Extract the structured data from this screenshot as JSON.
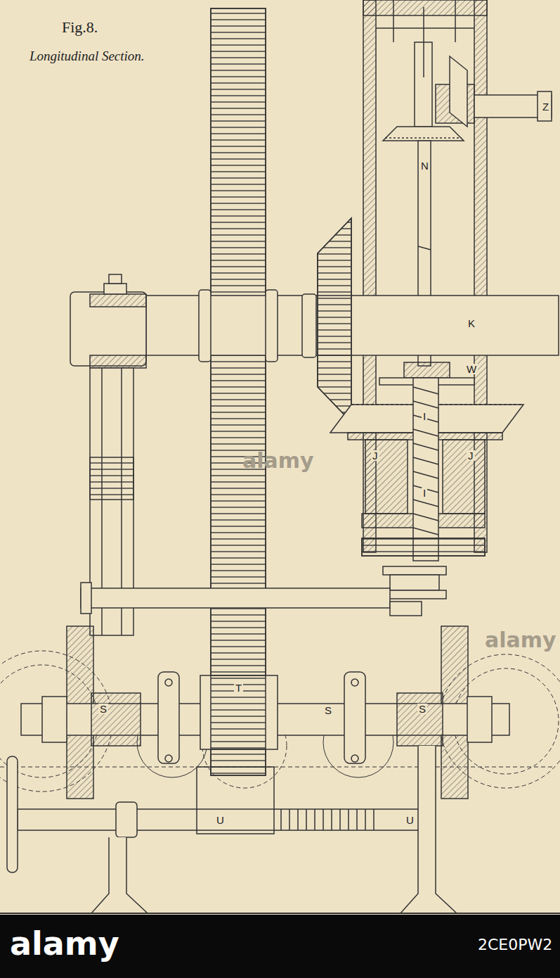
{
  "diagram": {
    "title": "Fig.8.",
    "labels": [
      "Longitudinal Section.",
      "Z",
      "N",
      "K",
      "W",
      "I",
      "I",
      "J",
      "J",
      "S",
      "S",
      "S",
      "T",
      "U",
      "U",
      "alamy",
      "alamy",
      "alamy",
      "2CE0PW2"
    ]
  }
}
